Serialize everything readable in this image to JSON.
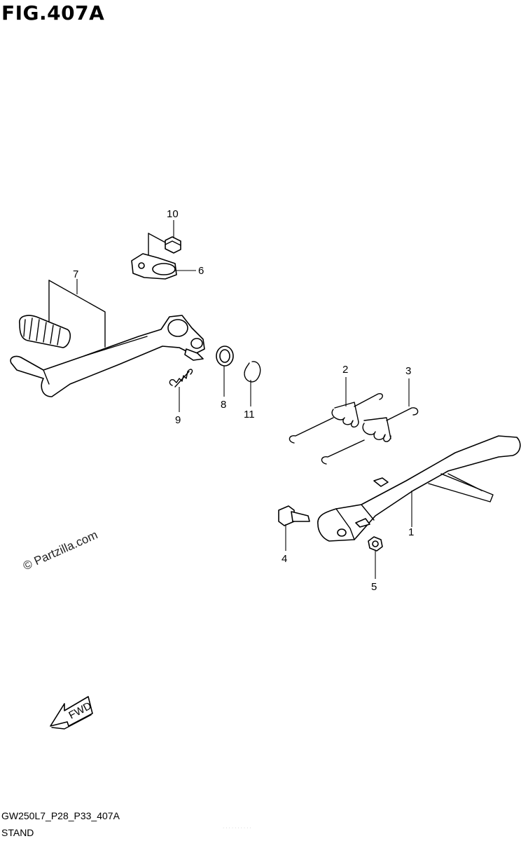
{
  "figure": {
    "title": "FIG.407A",
    "code": "GW250L7_P28_P33_407A",
    "name": "STAND",
    "watermark": "© Partzilla.com",
    "fwd_label": "FWD",
    "faint_text": "· · · · · · · · · ·"
  },
  "callouts": [
    {
      "id": "1",
      "label": "1"
    },
    {
      "id": "2",
      "label": "2"
    },
    {
      "id": "3",
      "label": "3"
    },
    {
      "id": "4",
      "label": "4"
    },
    {
      "id": "5",
      "label": "5"
    },
    {
      "id": "6",
      "label": "6"
    },
    {
      "id": "7",
      "label": "7"
    },
    {
      "id": "8",
      "label": "8"
    },
    {
      "id": "9",
      "label": "9"
    },
    {
      "id": "10",
      "label": "10"
    },
    {
      "id": "11",
      "label": "11"
    }
  ]
}
